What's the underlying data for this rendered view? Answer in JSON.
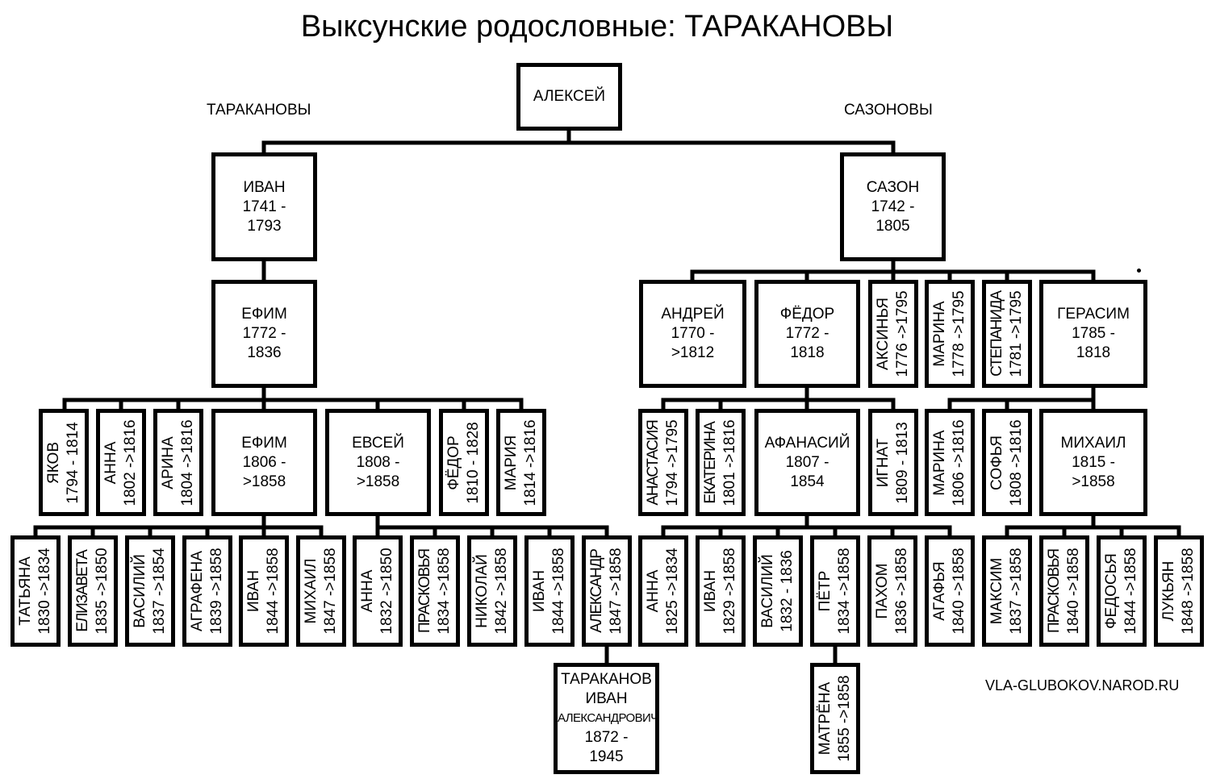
{
  "title": "Выксунские родословные: ТАРАКАНОВЫ",
  "labels": {
    "left_branch": "ТАРАКАНОВЫ",
    "right_branch": "САЗОНОВЫ",
    "site": "VLA-GLUBOKOV.NAROD.RU"
  },
  "people": {
    "aleksei": {
      "name": "АЛЕКСЕЙ",
      "years": ""
    },
    "ivan": {
      "name": "ИВАН",
      "years": "1741 - 1793"
    },
    "sazon": {
      "name": "САЗОН",
      "years": "1742 - 1805"
    },
    "efim": {
      "name": "ЕФИМ",
      "years": "1772 - 1836"
    },
    "andrei": {
      "name": "АНДРЕЙ",
      "years": "1770 - >1812"
    },
    "fedor": {
      "name": "ФЁДОР",
      "years": "1772 - 1818"
    },
    "aksinya": {
      "name": "АКСИНЬЯ",
      "years": "1776 ->1795"
    },
    "marina1": {
      "name": "МАРИНА",
      "years": "1778 ->1795"
    },
    "stepanida": {
      "name": "СТЕПАНИДА",
      "years": "1781 ->1795"
    },
    "gerasim": {
      "name": "ГЕРАСИМ",
      "years": "1785 - 1818"
    },
    "yakov": {
      "name": "ЯКОВ",
      "years": "1794 - 1814"
    },
    "anna1": {
      "name": "АННА",
      "years": "1802 ->1816"
    },
    "arina": {
      "name": "АРИНА",
      "years": "1804 ->1816"
    },
    "efim2": {
      "name": "ЕФИМ",
      "years": "1806 - >1858"
    },
    "evsei": {
      "name": "ЕВСЕЙ",
      "years": "1808 - >1858"
    },
    "fedor2": {
      "name": "ФЁДОР",
      "years": "1810 - 1828"
    },
    "maria": {
      "name": "МАРИЯ",
      "years": "1814 ->1816"
    },
    "anastasia": {
      "name": "АНАСТАСИЯ",
      "years": "1794 ->1795"
    },
    "ekaterina": {
      "name": "ЕКАТЕРИНА",
      "years": "1801 ->1816"
    },
    "afanasii": {
      "name": "АФАНАСИЙ",
      "years": "1807 - 1854"
    },
    "ignat": {
      "name": "ИГНАТ",
      "years": "1809 - 1813"
    },
    "marina2": {
      "name": "МАРИНА",
      "years": "1806 ->1816"
    },
    "sofya": {
      "name": "СОФЬЯ",
      "years": "1808 ->1816"
    },
    "mikhail": {
      "name": "МИХАИЛ",
      "years": "1815 - >1858"
    },
    "tatyana": {
      "name": "ТАТЬЯНА",
      "years": "1830 ->1834"
    },
    "elizaveta": {
      "name": "ЕЛИЗАВЕТА",
      "years": "1835 ->1850"
    },
    "vasilii1": {
      "name": "ВАСИЛИЙ",
      "years": "1837 ->1854"
    },
    "agrafena": {
      "name": "АГРАФЕНА",
      "years": "1839 ->1858"
    },
    "ivan2": {
      "name": "ИВАН",
      "years": "1844 ->1858"
    },
    "mikhail2": {
      "name": "МИХАИЛ",
      "years": "1847 ->1858"
    },
    "anna2": {
      "name": "АННА",
      "years": "1832 ->1850"
    },
    "praskovya1": {
      "name": "ПРАСКОВЬЯ",
      "years": "1834 ->1858"
    },
    "nikolai": {
      "name": "НИКОЛАЙ",
      "years": "1842 ->1858"
    },
    "ivan3": {
      "name": "ИВАН",
      "years": "1844 ->1858"
    },
    "aleksandr": {
      "name": "АЛЕКСАНДР",
      "years": "1847 ->1858"
    },
    "anna3": {
      "name": "АННА",
      "years": "1825 ->1834"
    },
    "ivan4": {
      "name": "ИВАН",
      "years": "1829 ->1858"
    },
    "vasilii2": {
      "name": "ВАСИЛИЙ",
      "years": "1832 - 1836"
    },
    "petr": {
      "name": "ПЁТР",
      "years": "1834 ->1858"
    },
    "pakhom": {
      "name": "ПАХОМ",
      "years": "1836 ->1858"
    },
    "agafya": {
      "name": "АГАФЬЯ",
      "years": "1840 ->1858"
    },
    "maksim": {
      "name": "МАКСИМ",
      "years": "1837 ->1858"
    },
    "praskovya2": {
      "name": "ПРАСКОВЬЯ",
      "years": "1840 ->1858"
    },
    "fedosya": {
      "name": "ФЕДОСЬЯ",
      "years": "1844 ->1858"
    },
    "lukyan": {
      "name": "ЛУКЬЯН",
      "years": "1848 ->1858"
    },
    "tarakanov_ivan": {
      "surname": "ТАРАКАНОВ",
      "name": "ИВАН",
      "patronymic": "АЛЕКСАНДРОВИЧ",
      "years": "1872 - 1945"
    },
    "matrena": {
      "name": "МАТРЁНА",
      "years": "1855 ->1858"
    }
  },
  "boxes_text": {
    "ivan": {
      "l2": "1741 -",
      "l3": "1793"
    },
    "sazon": {
      "l2": "1742 -",
      "l3": "1805"
    },
    "efim": {
      "l2": "1772 -",
      "l3": "1836"
    },
    "andrei": {
      "l2": "1770 -",
      "l3": ">1812"
    },
    "fedor": {
      "l2": "1772 -",
      "l3": "1818"
    },
    "gerasim": {
      "l2": "1785 -",
      "l3": "1818"
    },
    "efim2": {
      "l2": "1806 -",
      "l3": ">1858"
    },
    "evsei": {
      "l2": "1808 -",
      "l3": ">1858"
    },
    "afanasii": {
      "l2": "1807 -",
      "l3": "1854"
    },
    "mikhail": {
      "l2": "1815 -",
      "l3": ">1858"
    },
    "tarakanov_ivan": {
      "l4": "1872 -",
      "l5": "1945"
    }
  }
}
